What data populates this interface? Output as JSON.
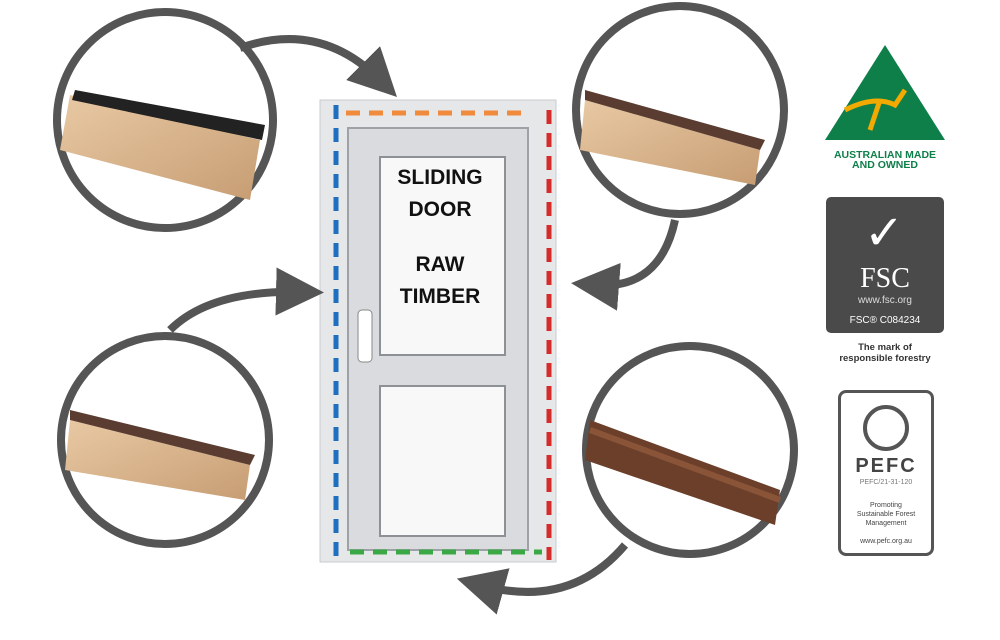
{
  "door": {
    "title_line1": "SLIDING",
    "title_line2": "DOOR",
    "sub_line1": "RAW",
    "sub_line2": "TIMBER"
  },
  "seal_colors": {
    "left": "#1f6fc0",
    "top": "#f08a3c",
    "right": "#d42b2b",
    "bottom": "#3aa845"
  },
  "logos": {
    "australian": {
      "line1": "AUSTRALIAN MADE",
      "line2": "AND OWNED",
      "green": "#0f7f4a",
      "gold": "#f2a900"
    },
    "fsc": {
      "name": "FSC",
      "url": "www.fsc.org",
      "code": "FSC® C084234",
      "tagline1": "The mark of",
      "tagline2": "responsible forestry"
    },
    "pefc": {
      "name": "PEFC",
      "code": "PEFC/21-31-120",
      "line1": "Promoting",
      "line2": "Sustainable Forest",
      "line3": "Management",
      "url": "www.pefc.org.au"
    }
  }
}
